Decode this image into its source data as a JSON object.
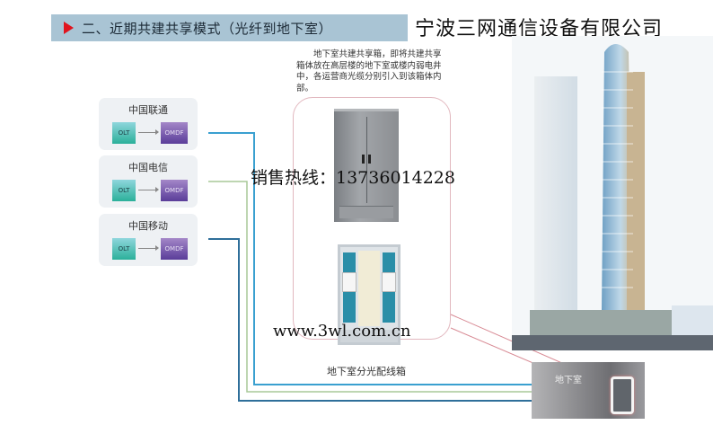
{
  "header": {
    "title": "二、近期共建共享模式（光纤到地下室）",
    "company": "宁波三网通信设备有限公司"
  },
  "operators": [
    {
      "name": "中国联通",
      "olt_label": "OLT",
      "omdf_label": "OMDF",
      "line_color": "#3aa0d0"
    },
    {
      "name": "中国电信",
      "olt_label": "OLT",
      "omdf_label": "OMDF",
      "line_color": "#a8c898"
    },
    {
      "name": "中国移动",
      "olt_label": "OLT",
      "omdf_label": "OMDF",
      "line_color": "#2f6f9a"
    }
  ],
  "callout": {
    "description": "地下室共建共享箱，即将共建共享箱体放在高层楼的地下室或楼内弱电井中，各运营商光缆分别引入到该箱体内部。",
    "caption": "地下室分光配线箱"
  },
  "watermarks": {
    "hotline": "销售热线：13736014228",
    "website": "www.3wl.com.cn"
  },
  "building": {
    "basement_label": "地下室"
  },
  "colors": {
    "header_bg": "#a9c4d4",
    "header_arrow": "#e0141e",
    "olt": "#2bb09a",
    "omdf": "#5a3d99",
    "callout_border": "#e2b8bf"
  }
}
